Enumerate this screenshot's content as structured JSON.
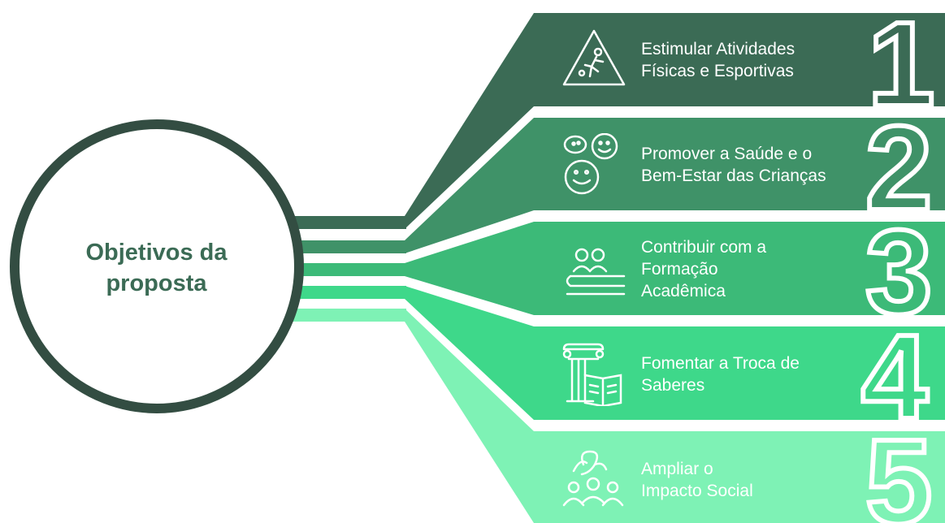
{
  "title_lines": [
    "Objetivos da",
    "proposta"
  ],
  "items": [
    {
      "number": "1",
      "lines": [
        "Estimular Atividades",
        "Físicas e Esportivas"
      ],
      "icon": "running-person-warning-icon",
      "color": "#3b6b55"
    },
    {
      "number": "2",
      "lines": [
        "Promover a Saúde e o",
        "Bem-Estar das Crianças"
      ],
      "icon": "smiling-faces-icon",
      "color": "#3f9268"
    },
    {
      "number": "3",
      "lines": [
        "Contribuir com a",
        "Formação",
        "Acadêmica"
      ],
      "icon": "classroom-people-icon",
      "color": "#3cba78"
    },
    {
      "number": "4",
      "lines": [
        "Fomentar a Troca de",
        "Saberes"
      ],
      "icon": "column-book-icon",
      "color": "#3ed88a"
    },
    {
      "number": "5",
      "lines": [
        "Ampliar o",
        "Impacto Social"
      ],
      "icon": "community-heart-icon",
      "color": "#7ef2b5"
    }
  ],
  "colors": {
    "circle": "#334d42",
    "text_light": "#ffffff"
  }
}
